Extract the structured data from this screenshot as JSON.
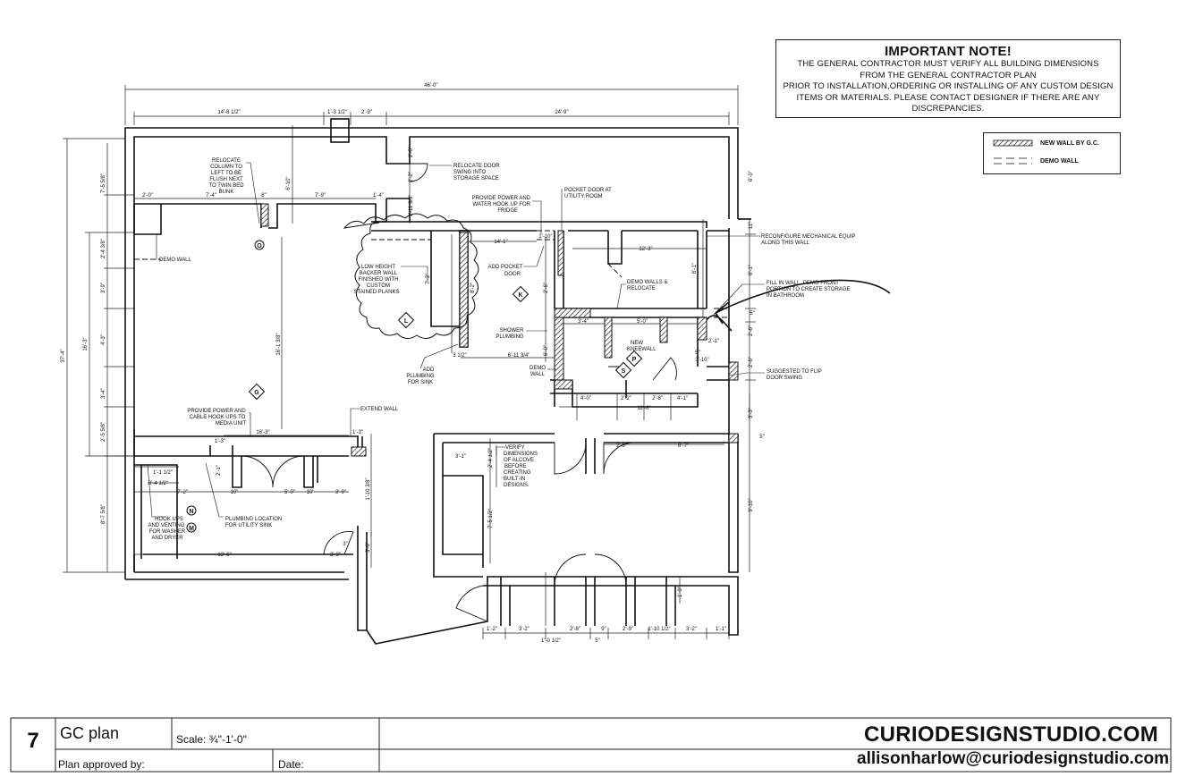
{
  "note": {
    "title": "IMPORTANT NOTE!",
    "lines": [
      "THE GENERAL CONTRACTOR MUST VERIFY ALL BUILDING DIMENSIONS",
      "FROM THE GENERAL CONTRACTOR PLAN",
      "PRIOR TO INSTALLATION,ORDERING OR INSTALLING OF ANY CUSTOM DESIGN",
      "ITEMS OR MATERIALS. PLEASE CONTACT DESIGNER IF THERE ARE ANY",
      "DISCREPANCIES."
    ]
  },
  "legend": {
    "new_wall": "NEW WALL BY G.C.",
    "demo_wall": "DEMO WALL"
  },
  "title_block": {
    "sheet_number": "7",
    "plan_name": "GC plan",
    "scale": "Scale: ¾\"-1'-0\"",
    "approved_by": "Plan approved by:",
    "date": "Date:",
    "studio": "CURIODESIGNSTUDIO.COM",
    "email": "allisonharlow@curiodesignstudio.com"
  },
  "dims": {
    "overall_top": "46'-0\"",
    "top_left": "14'-8 1/2\"",
    "top_mid1": "1'-3 1/2\"",
    "top_mid2": "2'-9\"",
    "top_right": "24'-9\"",
    "left_overall": "37'-4\"",
    "left_top": "7'-5 5/8\"",
    "left_a": "2'-4 3/8\"",
    "left_b": "3'-9\"",
    "left_c": "4'-3\"",
    "left_d": "3'-4\"",
    "left_e": "2'-5 5/8\"",
    "left_bottom": "8'-7 5/8\"",
    "left_inner": "16'-3\"",
    "bunk_left": "2'-0\"",
    "bunk_mid": "7'-4\"",
    "bunk_dim2": "7'-9\"",
    "bunk_v": "6'-10\"",
    "col_dim": "8\"",
    "inner_v": "16'-1 3/8\"",
    "dim_142": "1'-4\"",
    "dim_2_0": "2'-0\"",
    "dim_2_2": "2'-2\"",
    "dim_1_11": "1'-11 3/8\"",
    "dim_14_1": "14'-1\"",
    "dim_1_10": "1'-10\"",
    "dim_12_3": "12'-3\"",
    "dim_6_1": "6'-1\"",
    "dim_6_0": "6'-0\"",
    "dim_11": "11\"",
    "dim_7_3": "7'-3\"",
    "dim_8_2": "8'-2\"",
    "dim_3_1_2": "3 1/2\"",
    "dim_6_11": "6'-11 3/4\"",
    "dim_4_0": "4'-0\"",
    "dim_2_2b": "2'-2\"",
    "dim_2_8": "2'-8\"",
    "dim_12_8": "12'-8\"",
    "dim_4_1": "4'-1\"",
    "dim_5_0": "5'-0\"",
    "dim_3_4": "3'-4\"",
    "dim_2_1": "2'-1\"",
    "dim_3_10": "3'-10\"",
    "dim_5": "5\"",
    "dim_2_6": "2'-6\"",
    "dim_3_3": "3'-3\"",
    "dim_16_3": "16'-3\"",
    "dim_1_3": "1'-3\"",
    "dim_1_1": "1'-1 1/2\"",
    "dim_3_4_1_2": "3'-4 1/2\"",
    "dim_7_2": "7'-2\"",
    "dim_10": "10\"",
    "dim_5_0b": "5'-0\"",
    "dim_3_9": "3'-9\"",
    "dim_1_10_3": "1'-10 3/8\"",
    "dim_13_6": "13'-6\"",
    "dim_3_3b": "3'-3\"",
    "dim_3_6": "3'-6\"",
    "dim_3": "3\"",
    "dim_3_1": "3'-1\"",
    "dim_2_4": "2'-4 1/2\"",
    "dim_7_5": "7'-5 1/2\"",
    "dim_2_9": "2'-9\"",
    "dim_6_7": "6'-7\"",
    "dim_9_10": "9'-10\"",
    "dim_1_9": "1'-9\"",
    "dim_b1": "1'-2\"",
    "dim_b2": "3'-2\"",
    "dim_b3": "2'-8\"",
    "dim_b4": "9\"",
    "dim_b5": "2'-9\"",
    "dim_b6": "1'-10 1/2\"",
    "dim_b7": "3'-2\"",
    "dim_b8": "1'-1\"",
    "dim_b_total": "1'-0 1/2\"",
    "dim_b_5": "5\""
  },
  "notes": {
    "relocate_column": [
      "RELOCATE",
      "COLUMN TO",
      "LEFT TO BE",
      "FLUSH NEXT",
      "TO TWIN BED",
      "BUNK"
    ],
    "demo_wall": "DEMO WALL",
    "relocate_door": [
      "RELOCATE DOOR",
      "SWING INTO",
      "STORAGE SPACE"
    ],
    "power_fridge": [
      "PROVIDE POWER AND",
      "WATER HOOK UP FOR",
      "FRIDGE"
    ],
    "pocket_utility": [
      "POCKET DOOR AT",
      "UTILITY ROOM"
    ],
    "reconfigure": [
      "RECONFIGURE MECHANICAL EQUIP",
      "ALONG THIS WALL"
    ],
    "backer_wall": [
      "LOW HEIGHT",
      "BACKER WALL",
      "FINISHED WITH",
      "CUSTOM",
      "STAINED PLANKS"
    ],
    "add_pocket": [
      "ADD POCKET",
      "DOOR"
    ],
    "demo_relocate": [
      "DEMO WALLS &",
      "RELOCATE"
    ],
    "fill_wall": [
      "FILL IN WALL. DEMO FRONT",
      "PORTION TO CREATE STORAGE",
      "IN BATHROOM"
    ],
    "shower": [
      "SHOWER",
      "PLUMBING"
    ],
    "knee_wall": [
      "NEW",
      "KNEEWALL"
    ],
    "add_plumbing": [
      "ADD",
      "PLUMBING",
      "FOR SINK"
    ],
    "demo_wall2": [
      "DEMO",
      "WALL"
    ],
    "flip_door": [
      "SUGGESTED TO FLIP",
      "DOOR SWING"
    ],
    "power_cable": [
      "PROVIDE POWER AND",
      "CABLE HOOK UPS TO",
      "MEDIA UNIT"
    ],
    "extend_wall": "EXTEND WALL",
    "verify_alcove": [
      "VERIFY",
      "DIMENSIONS",
      "OF ALCOVE",
      "BEFORE",
      "CREATING",
      "BUILT-IN",
      "DESIGNS."
    ],
    "hook_ups": [
      "HOOK UPS",
      "AND VENTING",
      "FOR WASHER",
      "AND DRYER"
    ],
    "plumbing_location": [
      "PLUMBING LOCATION",
      "FOR UTILITY SINK"
    ]
  },
  "markers": [
    "O",
    "L",
    "K",
    "G",
    "P",
    "S",
    "N",
    "M"
  ]
}
